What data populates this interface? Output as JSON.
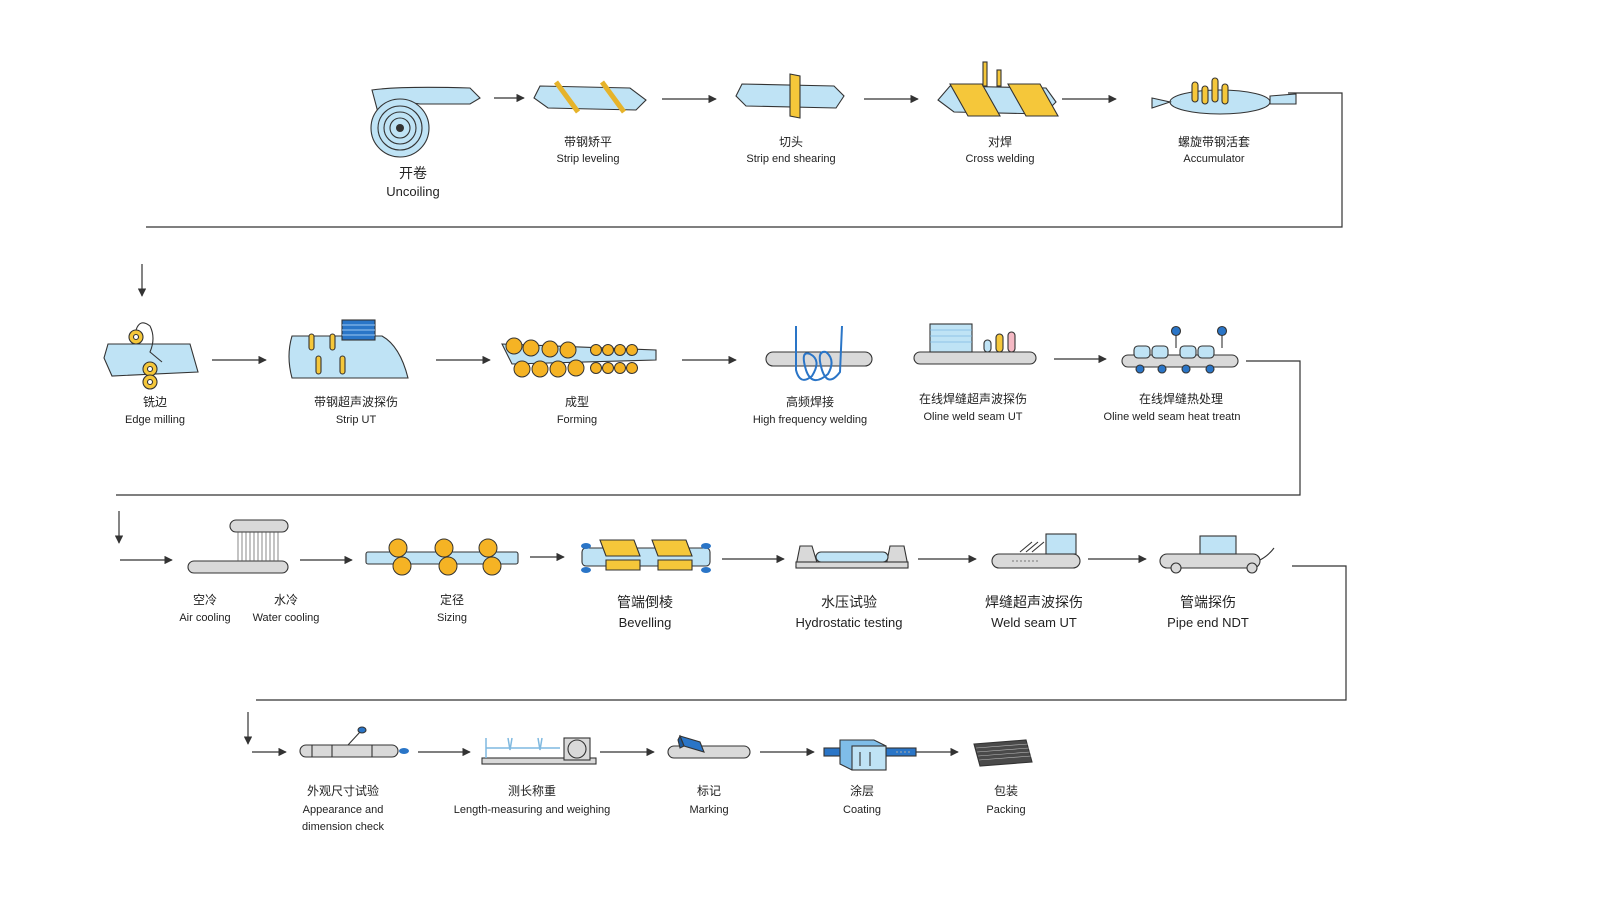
{
  "colors": {
    "blue_light": "#bfe3f5",
    "yellow": "#f5c73a",
    "orange": "#f5b324",
    "blue_dark": "#2a75c7",
    "grey": "#d9d9d9",
    "line": "#333333"
  },
  "steps": [
    {
      "id": "uncoiling",
      "cn": "开卷",
      "en": "Uncoiling"
    },
    {
      "id": "strip-leveling",
      "cn": "带钢矫平",
      "en": "Strip leveling"
    },
    {
      "id": "strip-end-shearing",
      "cn": "切头",
      "en": "Strip end shearing"
    },
    {
      "id": "cross-welding",
      "cn": "对焊",
      "en": "Cross welding"
    },
    {
      "id": "accumulator",
      "cn": "螺旋带钢活套",
      "en": "Accumulator"
    },
    {
      "id": "edge-milling",
      "cn": "铣边",
      "en": "Edge milling"
    },
    {
      "id": "strip-ut",
      "cn": "带钢超声波探伤",
      "en": "Strip UT"
    },
    {
      "id": "forming",
      "cn": "成型",
      "en": "Forming"
    },
    {
      "id": "hf-welding",
      "cn": "高频焊接",
      "en": "High frequency welding"
    },
    {
      "id": "online-ut",
      "cn": "在线焊缝超声波探伤",
      "en": "Oline weld seam UT"
    },
    {
      "id": "heat-treatment",
      "cn": "在线焊缝热处理",
      "en": "Oline weld seam heat treatn"
    },
    {
      "id": "air-cooling",
      "cn": "空冷",
      "en": "Air cooling"
    },
    {
      "id": "water-cooling",
      "cn": "水冷",
      "en": "Water cooling"
    },
    {
      "id": "sizing",
      "cn": "定径",
      "en": "Sizing"
    },
    {
      "id": "bevelling",
      "cn": "管端倒棱",
      "en": "Bevelling"
    },
    {
      "id": "hydrostatic",
      "cn": "水压试验",
      "en": "Hydrostatic testing"
    },
    {
      "id": "weld-seam-ut",
      "cn": "焊缝超声波探伤",
      "en": "Weld seam UT"
    },
    {
      "id": "pipe-end-ndt",
      "cn": "管端探伤",
      "en": "Pipe end NDT"
    },
    {
      "id": "appearance",
      "cn": "外观尺寸试验",
      "en": "Appearance and",
      "en2": "dimension check"
    },
    {
      "id": "length-weighing",
      "cn": "测长称重",
      "en": "Length-measuring and weighing"
    },
    {
      "id": "marking",
      "cn": "标记",
      "en": "Marking"
    },
    {
      "id": "coating",
      "cn": "涂层",
      "en": "Coating"
    },
    {
      "id": "packing",
      "cn": "包装",
      "en": "Packing"
    }
  ]
}
